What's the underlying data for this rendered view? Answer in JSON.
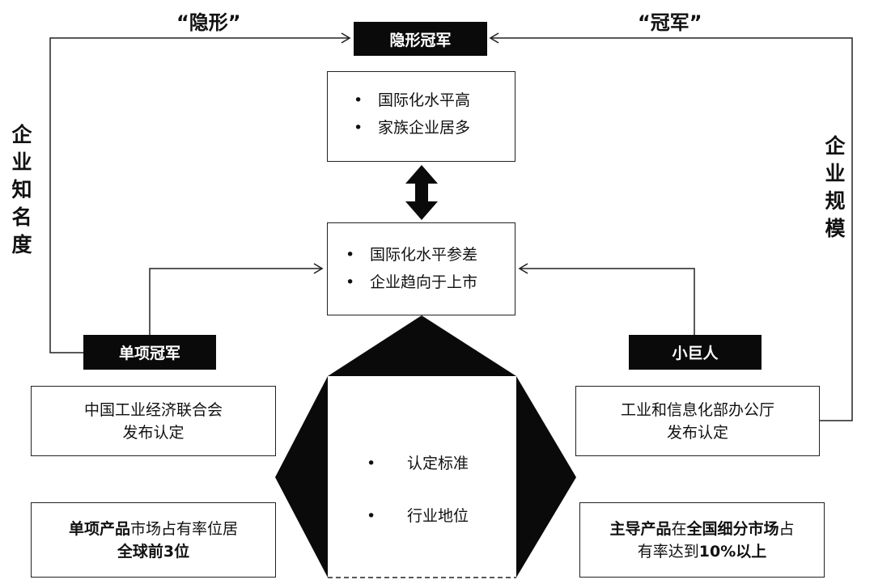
{
  "top_quotes": {
    "left": "“隐形”",
    "right": "“冠军”"
  },
  "side_labels": {
    "left": "企业知名度",
    "right": "企业规模"
  },
  "hidden_champion": {
    "title": "隐形冠军",
    "traits": [
      "国际化水平高",
      "家族企业居多"
    ]
  },
  "middle": {
    "traits": [
      "国际化水平参差",
      "企业趋向于上市"
    ]
  },
  "single_champion": {
    "title": "单项冠军",
    "issuer_line1": "中国工业经济联合会",
    "issuer_line2": "发布认定",
    "criteria_bold1": "单项产品",
    "criteria_text1": "市场占有率位居",
    "criteria_bold2": "全球前3位"
  },
  "little_giant": {
    "title": "小巨人",
    "issuer_line1": "工业和信息化部办公厅",
    "issuer_line2": "发布认定",
    "criteria_bold1": "主导产品",
    "criteria_text1": "在",
    "criteria_bold2": "全国细分市场",
    "criteria_text2": "占",
    "criteria_text3": "有率达到",
    "criteria_bold3": "10%以上"
  },
  "center_column": {
    "items": [
      "认定标准",
      "行业地位"
    ]
  }
}
